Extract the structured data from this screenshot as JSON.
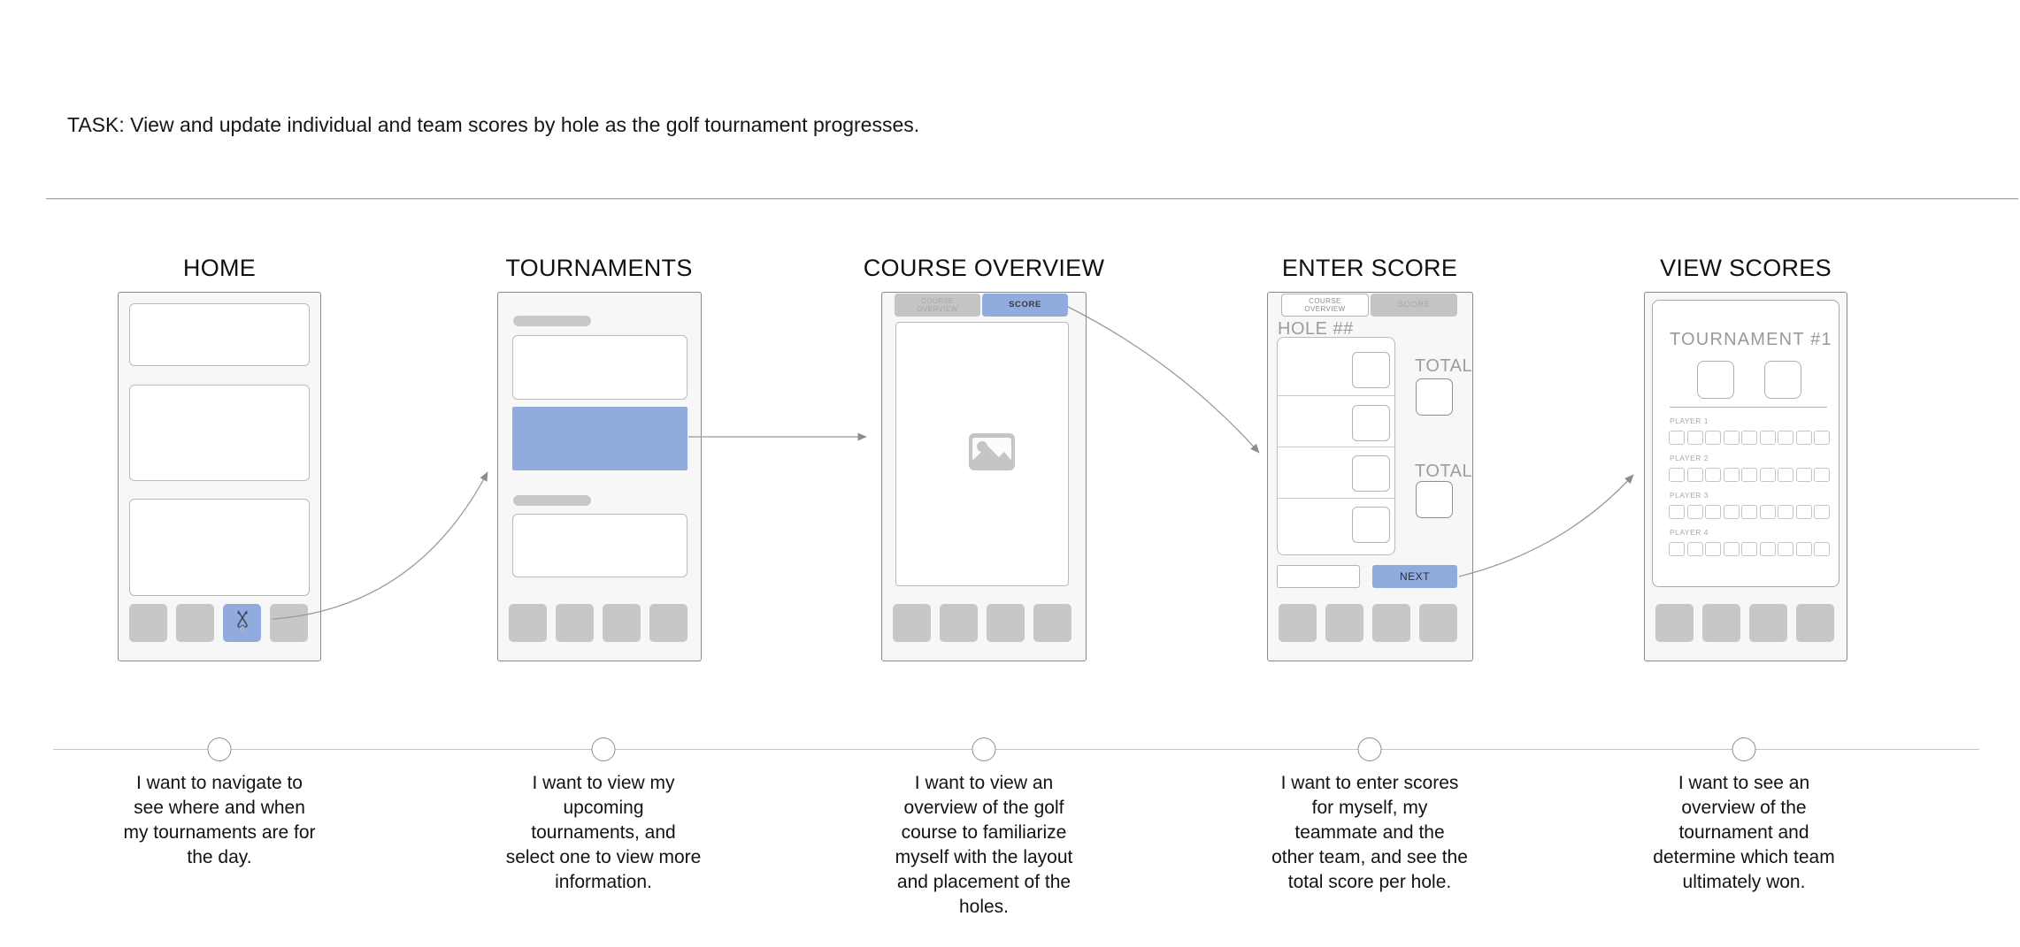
{
  "task": {
    "text": "TASK: View and update individual and team scores by hole as the golf tournament progresses."
  },
  "colors": {
    "accent_blue": "#91ABDE",
    "wireframe_gray": "#C9C6C6",
    "tab_gray": "#C5C3C3",
    "phone_background": "#F7F7F7"
  },
  "flow_arrows": [
    {
      "from": "home-golf-nav-button",
      "to": "tournaments-screen"
    },
    {
      "from": "tournaments-selected-item",
      "to": "course-overview-screen"
    },
    {
      "from": "course-overview-score-tab",
      "to": "enter-score-screen"
    },
    {
      "from": "enter-score-next-button",
      "to": "view-scores-screen"
    }
  ],
  "screens": {
    "home": {
      "title": "HOME",
      "description": "I want to navigate to\nsee where and when\nmy tournaments are for\nthe day.",
      "nav_icon": "golf-clubs-icon"
    },
    "tournaments": {
      "title": "TOURNAMENTS",
      "description": "I want to view my\nupcoming\ntournaments, and\nselect one to view more\ninformation."
    },
    "course_overview": {
      "title": "COURSE OVERVIEW",
      "description": "I want to view an\noverview of the golf\ncourse to familiarize\nmyself with the layout\nand placement of the\nholes.",
      "tabs": {
        "overview": "COURSE\nOVERVIEW",
        "score": "SCORE"
      },
      "image_icon": "image-placeholder-icon"
    },
    "enter_score": {
      "title": "ENTER SCORE",
      "description": "I want to enter scores\nfor myself, my\nteammate and the\nother team, and see the\ntotal score per hole.",
      "tabs": {
        "overview": "COURSE\nOVERVIEW",
        "score": "SCORE"
      },
      "hole_label": "HOLE ##",
      "total_label_1": "TOTAL",
      "total_label_2": "TOTAL",
      "next_button": "NEXT"
    },
    "view_scores": {
      "title": "VIEW SCORES",
      "description": "I want to see an\noverview of the\ntournament and\ndetermine which team\nultimately won.",
      "tournament_title": "TOURNAMENT #1",
      "players": [
        {
          "label": "PLAYER 1"
        },
        {
          "label": "PLAYER 2"
        },
        {
          "label": "PLAYER 3"
        },
        {
          "label": "PLAYER 4"
        }
      ]
    }
  }
}
